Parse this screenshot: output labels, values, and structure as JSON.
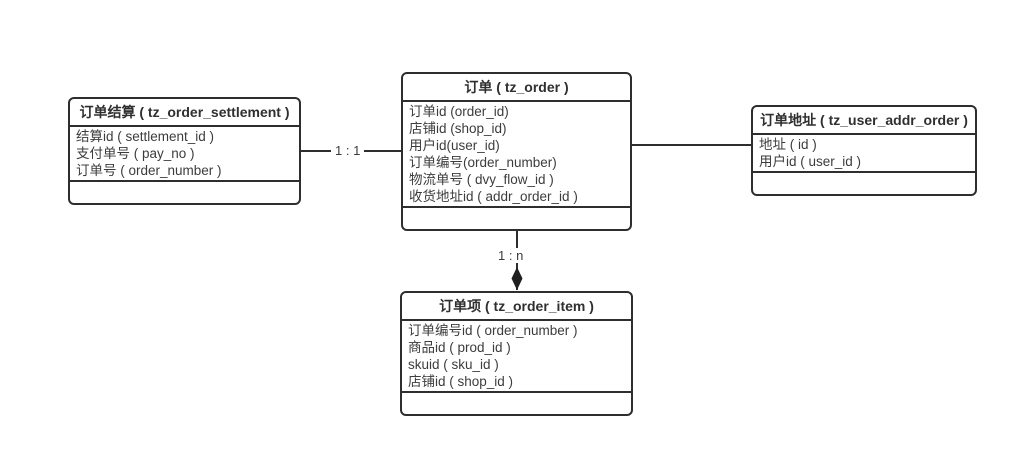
{
  "diagram": {
    "title_hint": "Order tables ER diagram",
    "colors": {
      "background": "#ffffff",
      "line": "#2e2e2e",
      "text": "#3c3c3c"
    },
    "entities": [
      {
        "id": "tz_order_settlement",
        "title": "订单结算 ( tz_order_settlement )",
        "fields": [
          "结算id ( settlement_id )",
          "支付单号 ( pay_no )",
          "订单号 ( order_number )"
        ]
      },
      {
        "id": "tz_order",
        "title": "订单 ( tz_order )",
        "fields": [
          "订单id (order_id)",
          "店铺id (shop_id)",
          "用户id(user_id)",
          "订单编号(order_number)",
          "物流单号 ( dvy_flow_id )",
          "收货地址id ( addr_order_id )"
        ]
      },
      {
        "id": "tz_user_addr_order",
        "title": "订单地址 ( tz_user_addr_order )",
        "fields": [
          "地址 ( id )",
          "用户id ( user_id )"
        ]
      },
      {
        "id": "tz_order_item",
        "title": "订单项 ( tz_order_item )",
        "fields": [
          "订单编号id ( order_number )",
          "商品id ( prod_id )",
          "skuid ( sku_id )",
          "店铺id ( shop_id )"
        ]
      }
    ],
    "connectors": [
      {
        "from": "tz_order_settlement",
        "to": "tz_order",
        "label": "1 : 1"
      },
      {
        "from": "tz_order",
        "to": "tz_user_addr_order",
        "label": ""
      },
      {
        "from": "tz_order",
        "to": "tz_order_item",
        "label": "1 : n",
        "end_marker": "filled-diamond"
      }
    ]
  }
}
